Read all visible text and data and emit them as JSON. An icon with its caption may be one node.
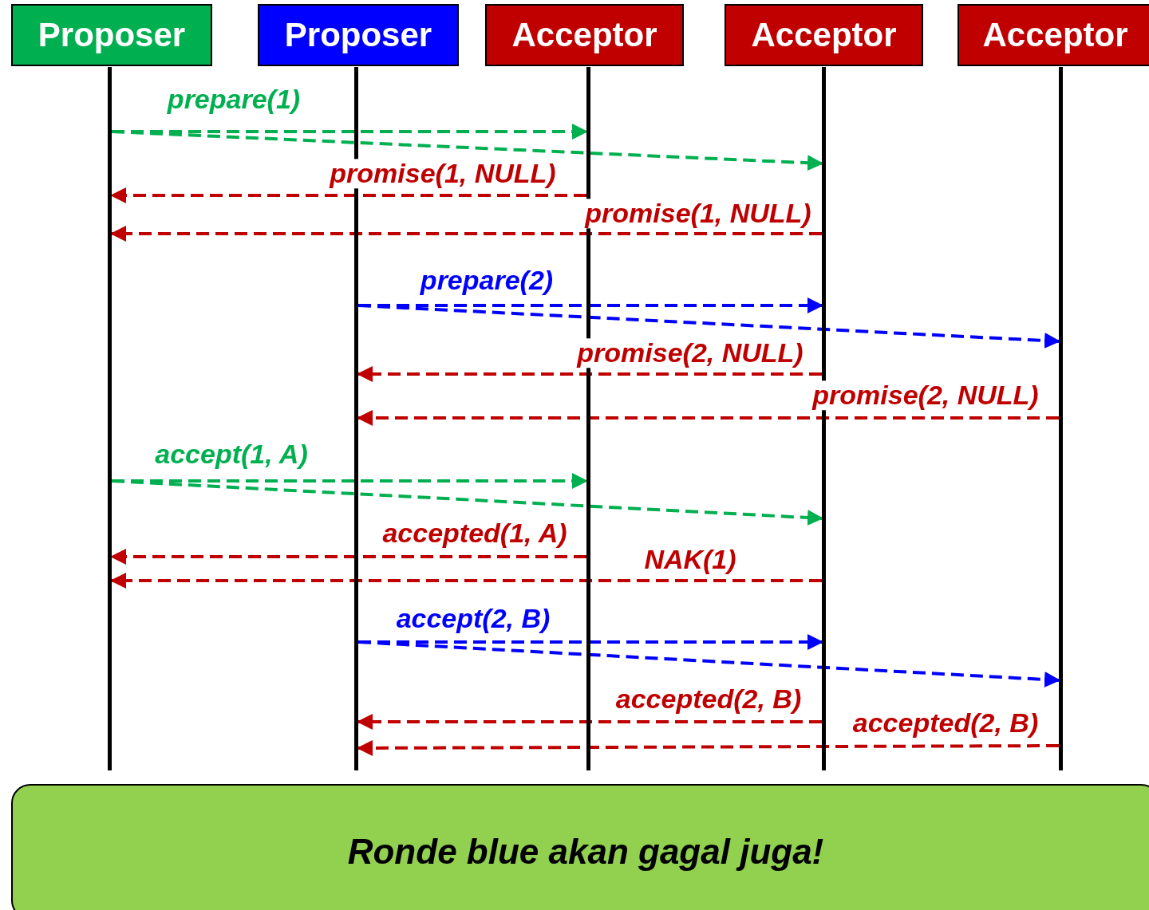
{
  "diagram": {
    "nodes": [
      {
        "text": [
          "Proposer"
        ]
      },
      {
        "text": [
          "Proposer"
        ]
      },
      {
        "text": [
          "Acceptor"
        ]
      },
      {
        "text": [
          "Acceptor"
        ]
      },
      {
        "text": [
          "Acceptor"
        ]
      },
      {
        "text": [],
        "shape": "bar"
      },
      {
        "text": [],
        "shape": "bar"
      },
      {
        "text": [],
        "shape": "bar"
      },
      {
        "text": [],
        "shape": "bar"
      },
      {
        "text": [],
        "shape": "bar"
      },
      {
        "text": [
          "Ronde blue akan gagal juga!"
        ]
      }
    ],
    "edges": [
      {
        "from": 5,
        "to": 7,
        "arrow": "to",
        "style": "dashed",
        "color": "#00b050",
        "label": "prepare(1)"
      },
      {
        "from": 5,
        "to": 8,
        "arrow": "to",
        "style": "dashed",
        "color": "#00b050"
      },
      {
        "from": 7,
        "to": 5,
        "arrow": "to",
        "style": "dashed",
        "label": "promise(1, NULL)"
      },
      {
        "from": 8,
        "to": 5,
        "arrow": "to",
        "style": "dashed",
        "label": "promise(1, NULL)"
      },
      {
        "from": 6,
        "to": 8,
        "arrow": "to",
        "style": "dashed",
        "color": "#0000ff",
        "label": "prepare(2)"
      },
      {
        "from": 6,
        "to": 9,
        "arrow": "to",
        "style": "dashed",
        "color": "#0000ff"
      },
      {
        "from": 8,
        "to": 6,
        "arrow": "to",
        "style": "dashed",
        "label": "promise(2, NULL)"
      },
      {
        "from": 9,
        "to": 6,
        "arrow": "to",
        "style": "dashed",
        "label": "promise(2, NULL)"
      },
      {
        "from": 5,
        "to": 7,
        "arrow": "to",
        "style": "dashed",
        "color": "#00b050",
        "label": "accept(1, A)"
      },
      {
        "from": 5,
        "to": 8,
        "arrow": "to",
        "style": "dashed",
        "color": "#00b050"
      },
      {
        "from": 7,
        "to": 5,
        "arrow": "to",
        "style": "dashed",
        "label": "accepted(1, A)"
      },
      {
        "from": 8,
        "to": 5,
        "arrow": "to",
        "style": "dashed",
        "label": "NAK(1)"
      },
      {
        "from": 6,
        "to": 8,
        "arrow": "to",
        "style": "dashed",
        "color": "#0000ff",
        "label": "accept(2, B)"
      },
      {
        "from": 6,
        "to": 9,
        "arrow": "to",
        "style": "dashed",
        "color": "#0000ff"
      },
      {
        "from": 8,
        "to": 6,
        "arrow": "to",
        "style": "dashed",
        "label": "accepted(2, B)"
      },
      {
        "from": 9,
        "to": 6,
        "arrow": "to",
        "style": "dashed",
        "label": "accepted(2, B)"
      }
    ]
  }
}
